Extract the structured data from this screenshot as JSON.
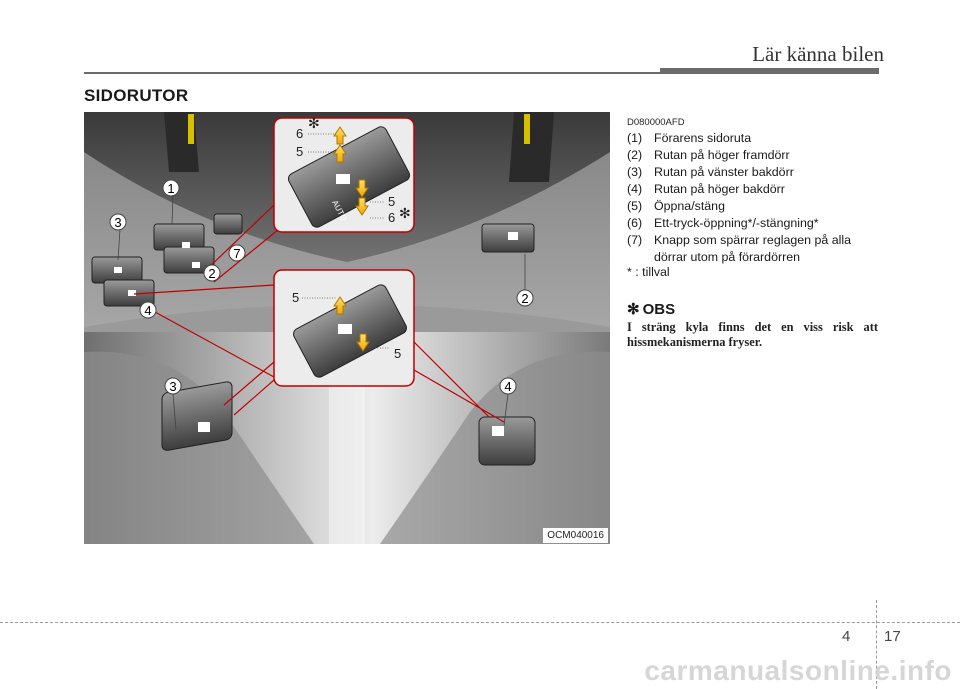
{
  "header": {
    "chapter_title": "Lär känna bilen"
  },
  "section": {
    "title": "SIDORUTOR"
  },
  "figure": {
    "code": "OCM040016",
    "callouts": [
      "1",
      "2",
      "3",
      "4",
      "7",
      "2",
      "3",
      "4"
    ],
    "detail_top_labels": [
      "6",
      "5",
      "5",
      "6"
    ],
    "detail_mid_labels": [
      "5",
      "5"
    ],
    "auto_label": "AUTO",
    "asterisk": "✻"
  },
  "ref_code": "D080000AFD",
  "items": [
    {
      "num": "(1)",
      "text": "Förarens sidoruta"
    },
    {
      "num": "(2)",
      "text": "Rutan på höger framdörr"
    },
    {
      "num": "(3)",
      "text": "Rutan på vänster bakdörr"
    },
    {
      "num": "(4)",
      "text": "Rutan på höger bakdörr"
    },
    {
      "num": "(5)",
      "text": "Öppna/stäng"
    },
    {
      "num": "(6)",
      "text": "Ett-tryck-öppning*/-stängning*"
    },
    {
      "num": "(7)",
      "text": "Knapp som spärrar reglagen på alla dörrar utom på förardörren"
    }
  ],
  "option_note": "* : tillval",
  "obs": {
    "star": "✻",
    "title": "OBS",
    "text": "I sträng kyla finns det en viss risk att hissmekanismerna fryser."
  },
  "footer": {
    "chapter": "4",
    "page": "17"
  },
  "watermark": "carmanualsonline.info"
}
